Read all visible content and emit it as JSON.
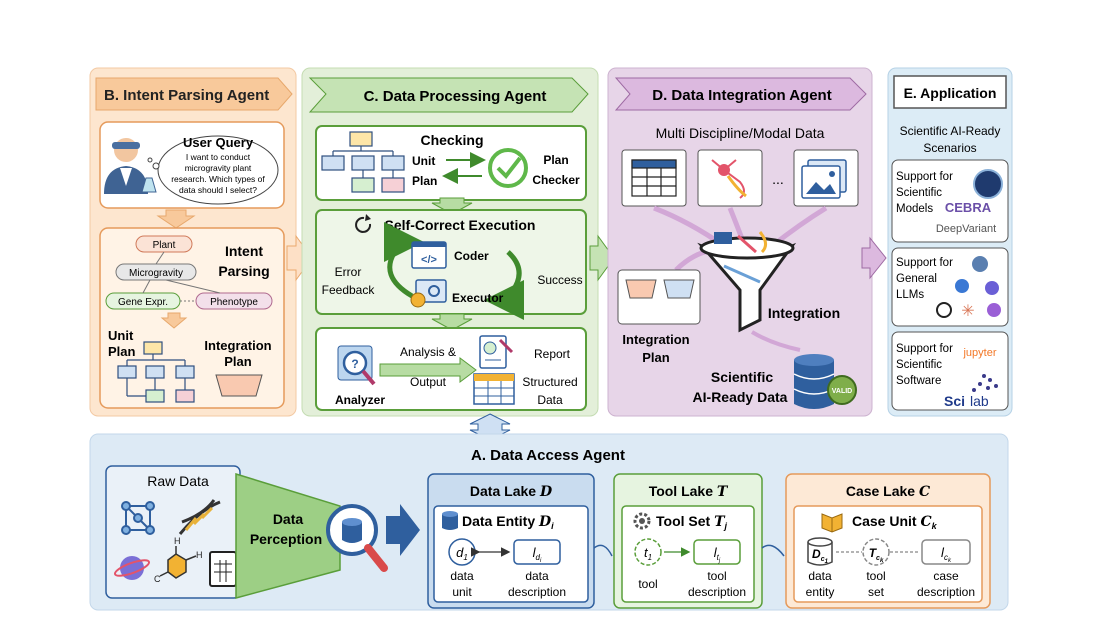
{
  "intent": {
    "title": "B. Intent Parsing Agent",
    "user_query_label": "User Query",
    "query_lines": [
      "I want to conduct",
      "microgravity plant",
      "research. Which types of",
      "data should I select?"
    ],
    "parsing_label": [
      "Intent",
      "Parsing"
    ],
    "tags": [
      "Plant",
      "Microgravity",
      "Gene Expr.",
      "Phenotype"
    ],
    "unit_plan": [
      "Unit",
      "Plan"
    ],
    "integration_plan": [
      "Integration",
      "Plan"
    ]
  },
  "processing": {
    "title": "C. Data Processing Agent",
    "checking": "Checking",
    "unit_plan": [
      "Unit",
      "Plan"
    ],
    "plan_checker": [
      "Plan",
      "Checker"
    ],
    "self_correct": "Self-Correct Execution",
    "error_feedback": [
      "Error",
      "Feedback"
    ],
    "coder": "Coder",
    "executor": "Executor",
    "success": "Success",
    "analysis_output": [
      "Analysis &",
      "Output"
    ],
    "analyzer": "Analyzer",
    "report": "Report",
    "structured_data": [
      "Structured",
      "Data"
    ]
  },
  "integration": {
    "title": "D. Data Integration Agent",
    "multi": "Multi Discipline/Modal Data",
    "ellipsis": "...",
    "integration_plan": [
      "Integration",
      "Plan"
    ],
    "integration": "Integration",
    "scientific": [
      "Scientific",
      "AI-Ready Data"
    ],
    "valid": "VALID"
  },
  "application": {
    "title": "E. Application",
    "subtitle": [
      "Scientific AI-Ready",
      "Scenarios"
    ],
    "box1": [
      "Support for",
      "Scientific",
      "Models"
    ],
    "cebra": "CEBRA",
    "deepvariant": "DeepVariant",
    "box2": [
      "Support for",
      "General",
      "LLMs"
    ],
    "box3": [
      "Support for",
      "Scientific",
      "Software"
    ],
    "jupyter": "jupyter",
    "scilab": [
      "Sci",
      "lab"
    ]
  },
  "access": {
    "title": "A. Data Access Agent",
    "raw_data": "Raw Data",
    "perception": [
      "Data",
      "Perception"
    ],
    "data_lake": "Data Lake",
    "data_lake_sym": "D",
    "data_entity": "Data Entity",
    "data_entity_sym": "D",
    "data_entity_sub": "i",
    "d1": "d",
    "d1_sub": "1",
    "ld": "l",
    "ld_sub": "d",
    "ld_subsub": "i",
    "data_unit": [
      "data",
      "unit"
    ],
    "data_description": [
      "data",
      "description"
    ],
    "tool_lake": "Tool Lake",
    "tool_lake_sym": "T",
    "tool_set": "Tool Set",
    "tool_set_sym": "T",
    "tool_set_sub": "j",
    "t1": "t",
    "t1_sub": "1",
    "lt": "l",
    "lt_sub": "t",
    "lt_subsub": "j",
    "tool": "tool",
    "tool_description": [
      "tool",
      "description"
    ],
    "case_lake": "Case Lake",
    "case_lake_sym": "C",
    "case_unit": "Case Unit",
    "case_unit_sym": "C",
    "case_unit_sub": "k",
    "dc": "D",
    "dc_sub": "c",
    "dc_subsub": "1",
    "tc": "T",
    "tc_sub": "c",
    "tc_subsub": "k",
    "lc": "l",
    "lc_sub": "c",
    "lc_subsub": "k",
    "data_entity_lbl": [
      "data",
      "entity"
    ],
    "tool_set_lbl": [
      "tool",
      "set"
    ],
    "case_description": [
      "case",
      "description"
    ]
  },
  "colors": {
    "intent_bg": "#fde6cf",
    "processing_bg": "#e3efd9",
    "integration_bg": "#e7d5e8",
    "application_bg": "#dcecf6",
    "access_bg": "#ddeaf5",
    "green": "#5a9e3a",
    "blue": "#2f5f9e"
  }
}
